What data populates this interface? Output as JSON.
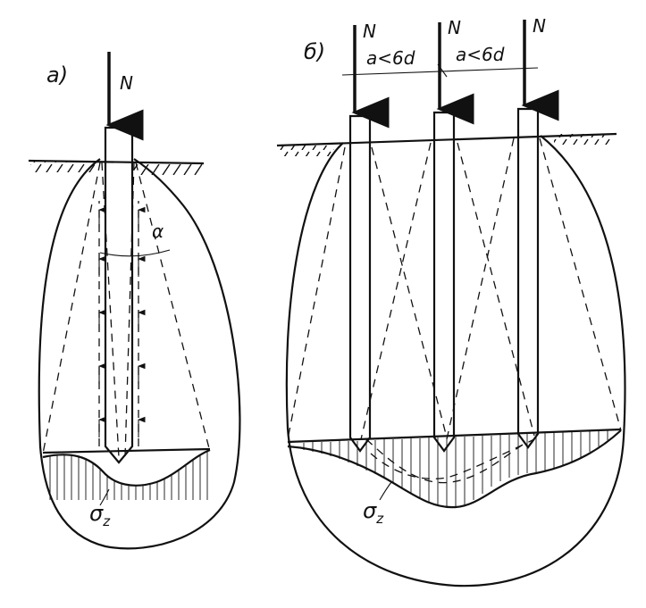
{
  "diagram_a": {
    "label": "а)",
    "load": "N",
    "angle": "α",
    "stress": "σ",
    "stress_sub": "z"
  },
  "diagram_b": {
    "label": "б)",
    "loads": [
      "N",
      "N",
      "N"
    ],
    "spacing": [
      "a<6d",
      "a<6d"
    ],
    "stress": "σ",
    "stress_sub": "z"
  }
}
